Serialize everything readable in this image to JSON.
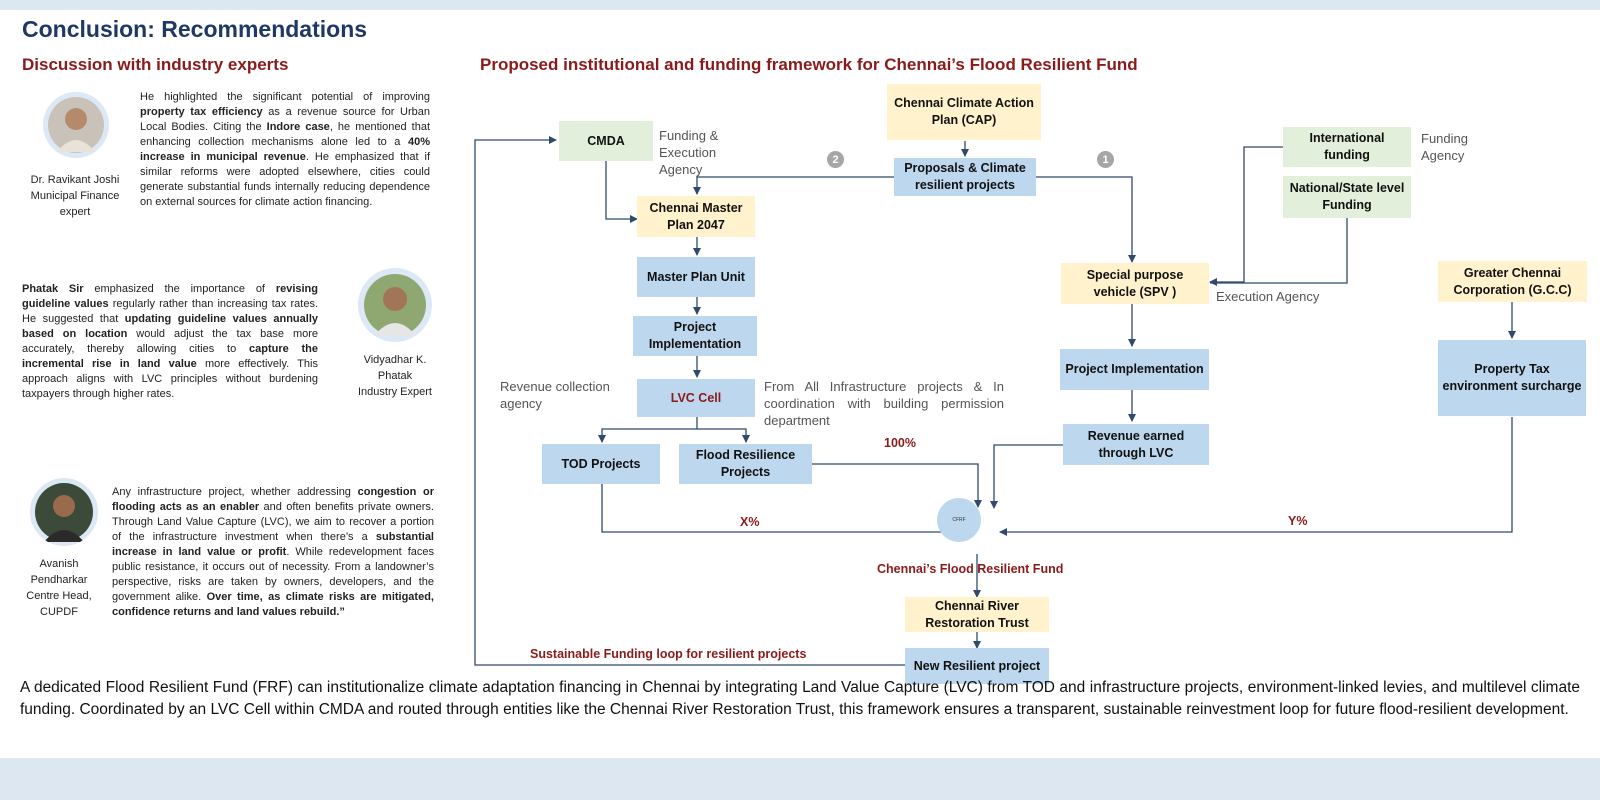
{
  "page": {
    "title": "Conclusion: Recommendations",
    "left_heading": "Discussion with industry experts",
    "right_heading": "Proposed institutional and funding framework for Chennai’s Flood Resilient Fund",
    "summary": "A dedicated Flood Resilient Fund (FRF) can institutionalize climate adaptation financing in Chennai by integrating Land Value Capture (LVC) from TOD and infrastructure projects, environment-linked levies, and multilevel climate funding. Coordinated by an LVC Cell within CMDA and routed through entities like the Chennai River Restoration Trust, this framework ensures a transparent, sustainable reinvestment loop for future flood-resilient development."
  },
  "experts": [
    {
      "name": "Dr. Ravikant Joshi",
      "role": "Municipal Finance expert",
      "quote_segments": [
        {
          "t": "He highlighted the significant potential of improving "
        },
        {
          "t": "property tax efficiency",
          "b": true
        },
        {
          "t": " as a revenue source for Urban Local Bodies. Citing the "
        },
        {
          "t": "Indore case",
          "b": true
        },
        {
          "t": ", he mentioned that enhancing collection mechanisms alone led to a "
        },
        {
          "t": "40% increase in municipal revenue",
          "b": true
        },
        {
          "t": ". He emphasized that if similar reforms were adopted elsewhere, cities could generate substantial funds internally reducing dependence on external sources for climate action financing."
        }
      ]
    },
    {
      "name": "Vidyadhar K. Phatak",
      "role": "Industry Expert",
      "quote_segments": [
        {
          "t": "Phatak Sir",
          "b": true
        },
        {
          "t": " emphasized the importance of "
        },
        {
          "t": "revising guideline values",
          "b": true
        },
        {
          "t": " regularly rather than increasing tax rates. He suggested that "
        },
        {
          "t": "updating guideline values annually based on location",
          "b": true
        },
        {
          "t": " would adjust the tax base more accurately, thereby allowing cities to "
        },
        {
          "t": "capture the incremental rise in land value",
          "b": true
        },
        {
          "t": " more effectively. This approach aligns with LVC principles without burdening taxpayers through higher rates."
        }
      ]
    },
    {
      "name": "Avanish Pendharkar",
      "role": "Centre Head, CUPDF",
      "quote_segments": [
        {
          "t": "Any infrastructure project, whether addressing "
        },
        {
          "t": "congestion or flooding acts as an enabler",
          "b": true
        },
        {
          "t": " and often benefits private owners. Through Land Value Capture (LVC), we aim to recover a portion of the infrastructure investment when there’s a "
        },
        {
          "t": "substantial increase in land value or profit",
          "b": true
        },
        {
          "t": ". While redevelopment faces public resistance, it occurs out of necessity. From a landowner’s perspective, risks are taken by owners, developers, and the government alike. "
        },
        {
          "t": "Over time, as climate risks are mitigated, confidence returns and land values rebuild.”",
          "b": true
        }
      ]
    }
  ],
  "diagram": {
    "boxes": {
      "cap": "Chennai Climate Action Plan (CAP)",
      "proposals": "Proposals & Climate resilient projects",
      "cmda": "CMDA",
      "master_plan": "Chennai Master Plan 2047",
      "mpu": "Master Plan Unit",
      "proj_impl_left": "Project Implementation",
      "lvc_cell": "LVC  Cell",
      "tod": "TOD Projects",
      "flood_res": "Flood Resilience Projects",
      "intl": "International funding",
      "national": "National/State level Funding",
      "spv": "Special purpose vehicle (SPV )",
      "proj_impl_right": "Project Implementation",
      "revenue": "Revenue earned through LVC",
      "gcc": "Greater Chennai Corporation (G.C.C)",
      "property_tax": "Property Tax environment surcharge",
      "crrt": "Chennai River Restoration Trust",
      "new_project": "New Resilient project",
      "fund_circle": "CFRF"
    },
    "notes": {
      "funding_exec": "Funding & Execution Agency",
      "funding_agency": "Funding Agency",
      "execution_agency": "Execution Agency",
      "revenue_collection": "Revenue collection agency",
      "from_all": "From All Infrastructure projects & In coordination with building permission department"
    },
    "labels": {
      "pct_100": "100%",
      "x_pct": "X%",
      "y_pct": "Y%",
      "fund_name": "Chennai’s Flood Resilient Fund",
      "loop": "Sustainable Funding loop for resilient projects"
    },
    "step_numbers": [
      "2",
      "1"
    ]
  },
  "colors": {
    "title": "#1f3864",
    "heading_red": "#8b1a1a",
    "blue_box": "#bdd7ee",
    "yellow_box": "#fff2cc",
    "green_box": "#e2efda",
    "arrow": "#2f4a6d"
  }
}
